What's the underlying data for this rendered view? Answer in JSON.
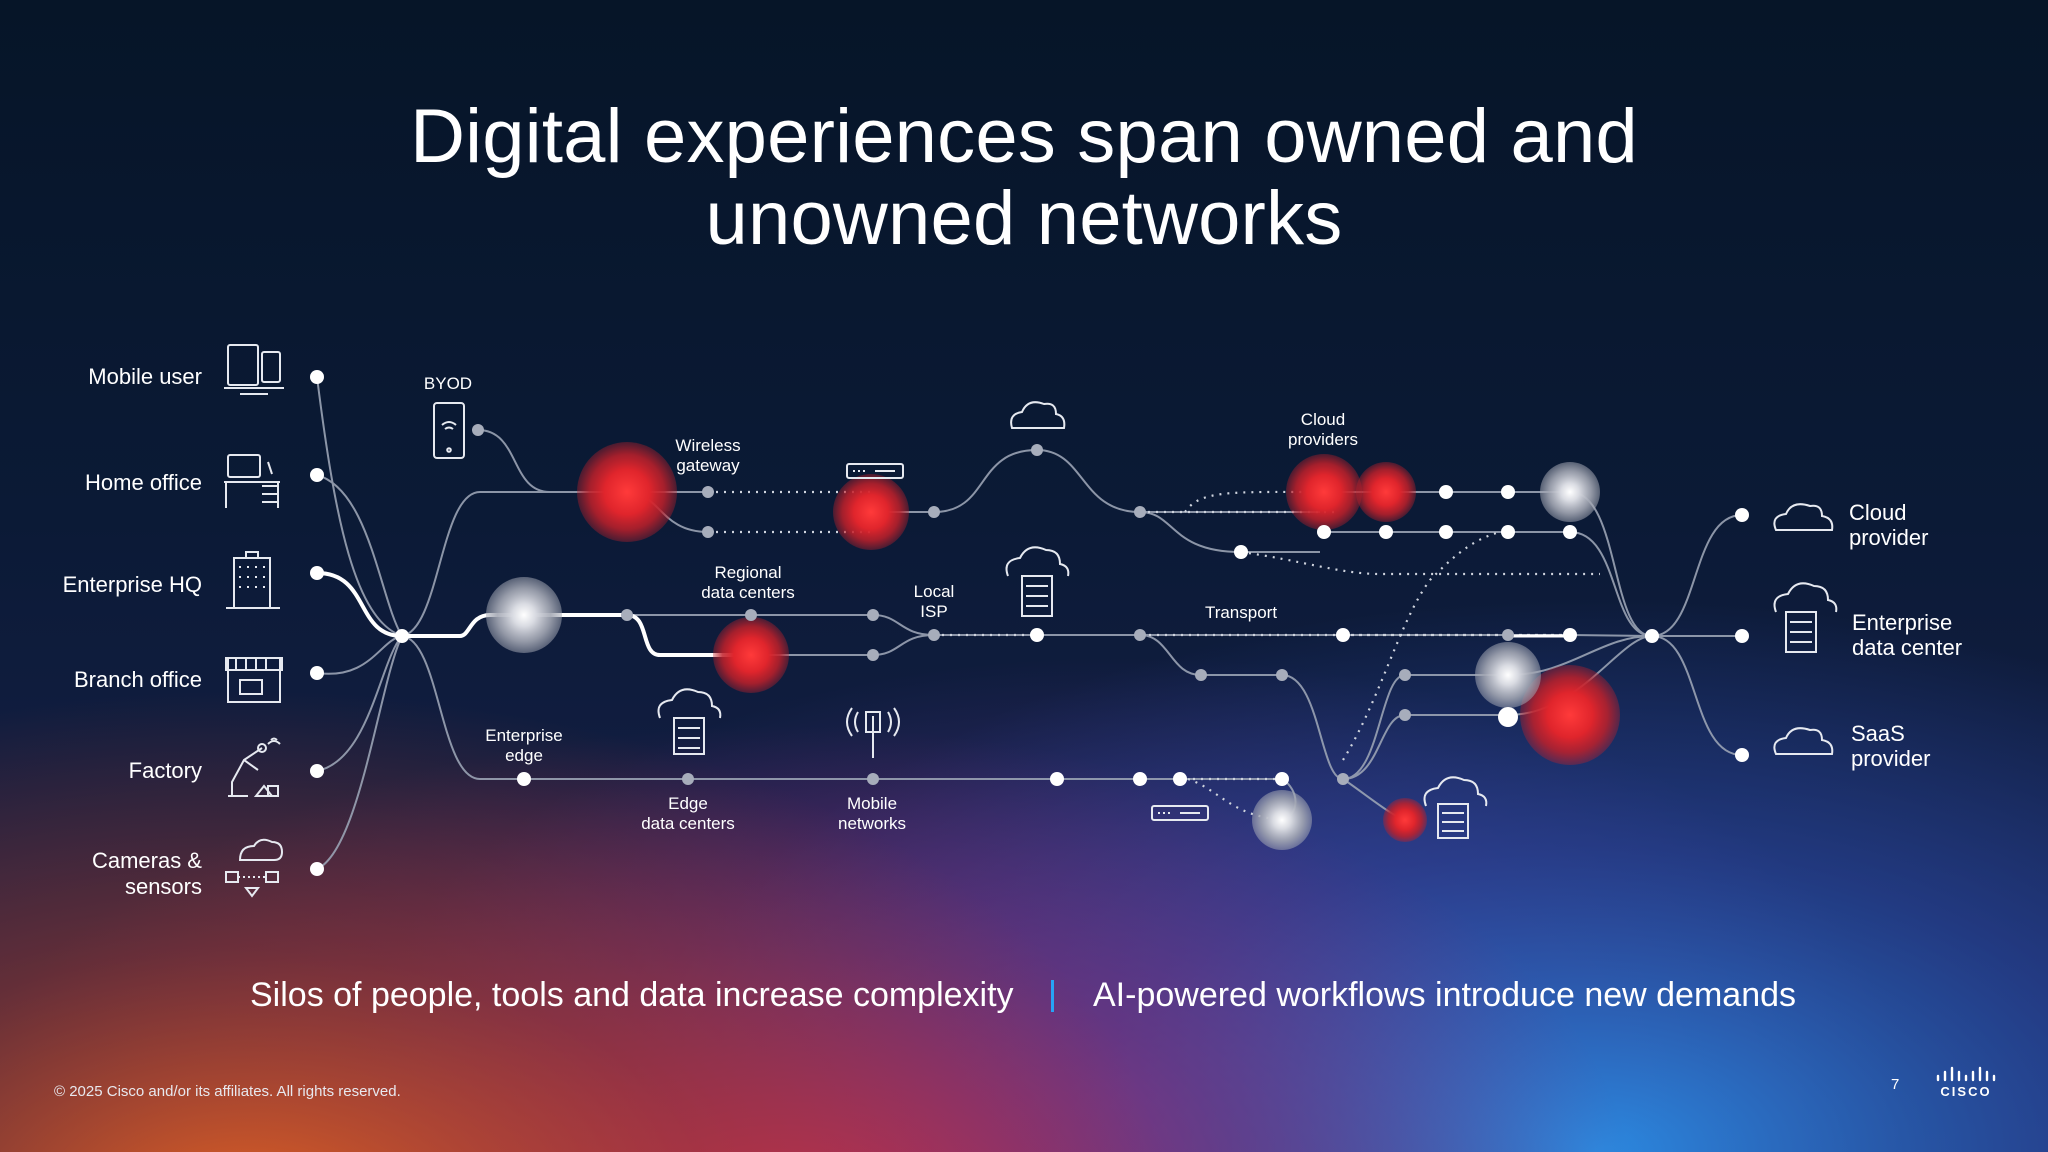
{
  "title_line1": "Digital experiences span owned and",
  "title_line2": "unowned networks",
  "sources": [
    {
      "label": "Mobile user",
      "icon": "devices-icon"
    },
    {
      "label": "Home office",
      "icon": "desk-computer-icon"
    },
    {
      "label": "Enterprise HQ",
      "icon": "office-building-icon"
    },
    {
      "label": "Branch office",
      "icon": "storefront-icon"
    },
    {
      "label": "Factory",
      "icon": "robot-arm-icon"
    },
    {
      "label_line1": "Cameras &",
      "label_line2": "sensors",
      "icon": "iot-sensors-icon"
    }
  ],
  "nodes": {
    "byod": "BYOD",
    "wireless_gateway_1": "Wireless",
    "wireless_gateway_2": "gateway",
    "regional_dc_1": "Regional",
    "regional_dc_2": "data centers",
    "local_isp_1": "Local",
    "local_isp_2": "ISP",
    "cloud_providers_1": "Cloud",
    "cloud_providers_2": "providers",
    "transport": "Transport",
    "enterprise_edge_1": "Enterprise",
    "enterprise_edge_2": "edge",
    "edge_dc_1": "Edge",
    "edge_dc_2": "data centers",
    "mobile_networks_1": "Mobile",
    "mobile_networks_2": "networks"
  },
  "destinations": [
    {
      "line1": "Cloud",
      "line2": "provider",
      "icon": "cloud-icon"
    },
    {
      "line1": "Enterprise",
      "line2": "data center",
      "icon": "cloud-server-icon"
    },
    {
      "line1": "SaaS",
      "line2": "provider",
      "icon": "cloud-icon"
    }
  ],
  "tagline_left": "Silos of people, tools and data increase complexity",
  "tagline_right": "AI-powered workflows introduce new demands",
  "footer": "© 2025 Cisco and/or its affiliates. All rights reserved.",
  "page_number": "7",
  "brand": "CISCO",
  "colors": {
    "accent_red": "#e0252c",
    "divider_blue": "#27a3f5",
    "background": "#07152a"
  }
}
